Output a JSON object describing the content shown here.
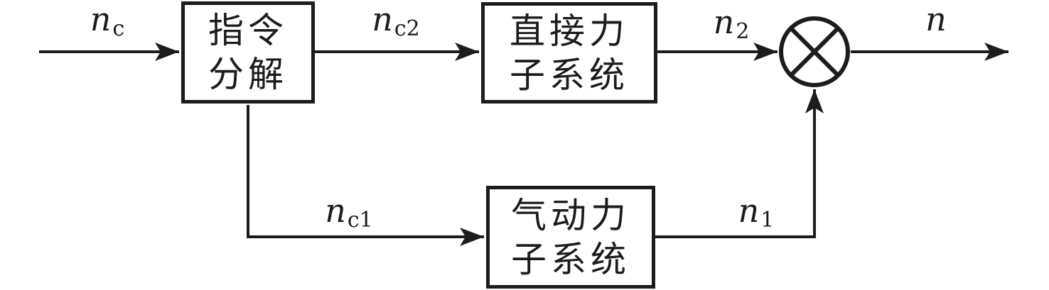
{
  "diagram": {
    "background_color": "#ffffff",
    "line_color": "#1c1c1c",
    "blocks": [
      {
        "name": "command-decomposition",
        "line1": "指令",
        "line2": "分解"
      },
      {
        "name": "direct-force-subsystem",
        "line1": "直接力",
        "line2": "子系统"
      },
      {
        "name": "aerodynamic-force-subsystem",
        "line1": "气动力",
        "line2": "子系统"
      }
    ],
    "junction": {
      "icon": "multiply-junction-icon",
      "shape": "circle-with-cross"
    },
    "labels": {
      "input": {
        "base": "n",
        "sub": "c"
      },
      "cmd_direct": {
        "base": "n",
        "sub": "c2"
      },
      "cmd_aero": {
        "base": "n",
        "sub": "c1"
      },
      "direct_out": {
        "base": "n",
        "sub": "2"
      },
      "aero_out": {
        "base": "n",
        "sub": "1"
      },
      "output": {
        "base": "n",
        "sub": ""
      }
    }
  }
}
